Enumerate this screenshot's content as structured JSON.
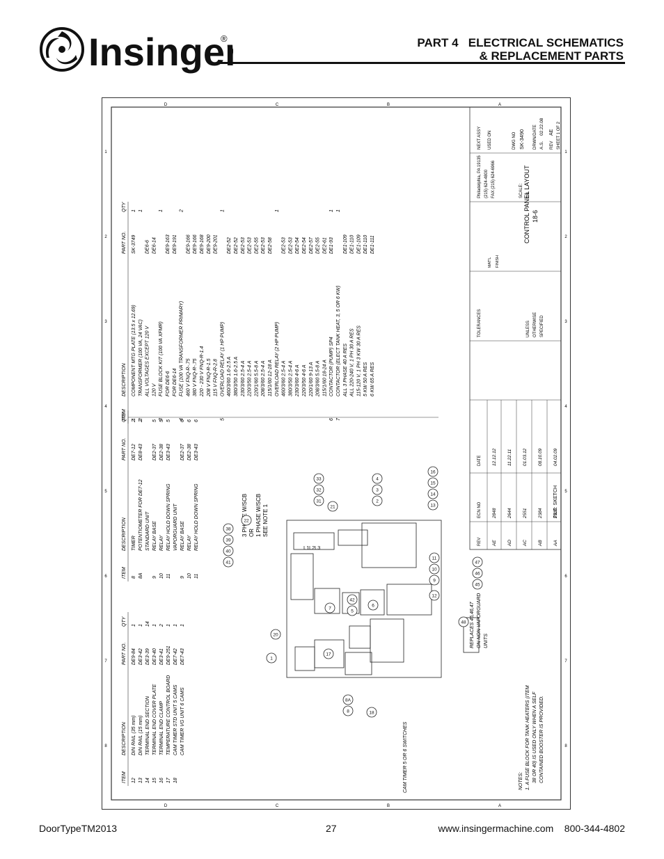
{
  "brand": {
    "name": "Insinger",
    "registered": "®"
  },
  "header": {
    "line1": "PART 4   ELECTRICAL SCHEMATICS",
    "line2": "& REPLACEMENT PARTS"
  },
  "footer": {
    "doc": "DoorTypeTM2013",
    "page": "27",
    "contact": "www.insingermachine.com    800-344-4802"
  },
  "drawing": {
    "columns": [
      "ITEM",
      "DESCRIPTION",
      "PART NO.",
      "QTY"
    ],
    "table_a": [
      [
        "12",
        "DIN RAIL (35 mm)",
        "DE9-84",
        "1"
      ],
      [
        "13",
        "DIN RAIL (15 mm)",
        "DE3-42",
        "1"
      ],
      [
        "14",
        "TERMINAL END SECTION",
        "DE3-39",
        "14"
      ],
      [
        "15",
        "TERMINAL END COVER PLATE",
        "DE3-40",
        "1"
      ],
      [
        "16",
        "TERMINAL END CLAMP",
        "DE3-41",
        "2"
      ],
      [
        "17",
        "TEMPERATURE CONTROL BOARD",
        "DE9-251",
        "1"
      ],
      [
        "18",
        "CAM TIMER STD UNIT 5 CAMS",
        "DE7-42",
        "1"
      ],
      [
        "",
        "CAM TIMER VG UNIT 6 CAMS",
        "DE7-43",
        "1"
      ]
    ],
    "table_b": [
      [
        "8",
        "TIMER",
        "DE7-12",
        "2"
      ],
      [
        "8A",
        "POTENTIOMETER FOR DE7-12",
        "DE8-43",
        "2"
      ],
      [
        "",
        "STANDARD UNIT",
        "",
        ""
      ],
      [
        "9",
        "RELAY BASE",
        "DE2-37",
        "5"
      ],
      [
        "10",
        "RELAY",
        "DE2-38",
        "5"
      ],
      [
        "11",
        "RELAY HOLD DOWN SPRING",
        "DE3-43",
        "5"
      ],
      [
        "",
        "VAPORGUARD UNIT",
        "",
        ""
      ],
      [
        "9",
        "RELAY BASE",
        "DE2-37",
        "6"
      ],
      [
        "10",
        "RELAY",
        "DE2-38",
        "6"
      ],
      [
        "11",
        "RELAY HOLD DOWN SPRING",
        "DE3-43",
        "6"
      ]
    ],
    "table_c": [
      [
        "1",
        "COMPONENT MTG PLATE (13.5 x 12.69)",
        "SK-3749",
        "1"
      ],
      [
        "2",
        "TRANSFORMER (100 VA, 24 VAC)",
        "",
        "1"
      ],
      [
        "",
        "ALL VOLTAGES EXCEPT 120 V",
        "DE6-6",
        ""
      ],
      [
        "",
        "120 V",
        "DE6-14",
        ""
      ],
      [
        "3",
        "FUSE BLOCK KIT (100 VA XFMR)",
        "",
        "1"
      ],
      [
        "",
        "FOR DE6-6",
        "DE9-163",
        ""
      ],
      [
        "",
        "FOR DE6-14",
        "DE9-191",
        ""
      ],
      [
        "4",
        "FUSE (100 VA TRANSFORMER PRIMARY)",
        "",
        "2"
      ],
      [
        "",
        "460 V       FNQ-R-.75",
        "DE9-166",
        ""
      ],
      [
        "",
        "380 V       FNQ-R-.75",
        "DE9-166",
        ""
      ],
      [
        "",
        "220 - 230 V   FNQ-R-1.4",
        "DE9-168",
        ""
      ],
      [
        "",
        "208 V       FNQ-R-1.5",
        "DE9-200",
        ""
      ],
      [
        "",
        "115 V       FNQ-R-2.8",
        "DE9-201",
        ""
      ],
      [
        "5",
        "OVERLOAD RELAY (1 HP PUMP)",
        "",
        "1"
      ],
      [
        "",
        "460/3/60     1.6-2.5 A",
        "DE2-52",
        ""
      ],
      [
        "",
        "380/3/50     1.6-2.5 A",
        "DE2-52",
        ""
      ],
      [
        "",
        "230/3/60     2.5-4 A",
        "DE2-53",
        ""
      ],
      [
        "",
        "220/3/50     2.5-4 A",
        "DE2-53",
        ""
      ],
      [
        "",
        "220/1/60     5.5-8 A",
        "DE2-55",
        ""
      ],
      [
        "",
        "208/3/60     2.5-4 A",
        "DE2-53",
        ""
      ],
      [
        "",
        "115/1/60     12-18 A",
        "DE2-58",
        ""
      ],
      [
        "",
        "OVERLOAD RELAY (2 HP PUMP)",
        "",
        "1"
      ],
      [
        "",
        "460/3/60     2.5-4 A",
        "DE2-53",
        ""
      ],
      [
        "",
        "380/3/50     2.5-4 A",
        "DE2-53",
        ""
      ],
      [
        "",
        "230/3/60     4-6 A",
        "DE2-54",
        ""
      ],
      [
        "",
        "220/3/50     4-6 A",
        "DE2-54",
        ""
      ],
      [
        "",
        "220/1/60     9-13 A",
        "DE2-57",
        ""
      ],
      [
        "",
        "208/3/60     5.5-8 A",
        "DE2-55",
        ""
      ],
      [
        "",
        "115/1/60     18-24 A",
        "DE2-61",
        ""
      ],
      [
        "6",
        "CONTACTOR (PUMP)   SP4",
        "DE1-93",
        "1"
      ],
      [
        "7",
        "CONTACTOR (ELECT TANK HEAT, 3, 5 OR 6 KW)",
        "",
        "1"
      ],
      [
        "",
        "ALL 3 PHASE       40 A RES",
        "DE1-109",
        ""
      ],
      [
        "",
        "ALL 220-240 V, 1 PH   30 A RES",
        "DE1-110",
        ""
      ],
      [
        "",
        "115-120 V, 1 PH    3 KW  30 A RES",
        "DE1-109",
        ""
      ],
      [
        "",
        "5 KW  50 A RES",
        "DE1-110",
        ""
      ],
      [
        "",
        "6 KW  65 A RES",
        "DE1-111",
        ""
      ]
    ],
    "callouts": [
      "1",
      "20",
      "8",
      "8A",
      "18",
      "17",
      "5",
      "42",
      "6",
      "7",
      "12",
      "9",
      "10",
      "11",
      "45",
      "46",
      "47",
      "48",
      "38",
      "39",
      "40",
      "41",
      "22",
      "21",
      "13",
      "14",
      "15",
      "16",
      "2",
      "3",
      "4",
      "31",
      "32",
      "33"
    ],
    "phase_note_1": "3 PHASE W/SCB",
    "phase_note_or": "OR",
    "phase_note_2": "1 PHASE W/SCB",
    "phase_note_3": "SEE NOTE 1",
    "replaces_1": "REPLACES 45,46,47",
    "replaces_2": "ON NON VAPORGUARD",
    "replaces_3": "UNITS",
    "cam_label": "CAM TIMER 5 OR 6 SWITCHES",
    "notes_title": "NOTES:",
    "note_1": "1. A FUSE BLOCK FOR TANK HEATERS (ITEM",
    "note_2": "38 OR 40) IS USED ONLY WHEN A SELF",
    "note_3": "CONTAINED BOOSTER IS PROVIDED.",
    "terminal_labels": [
      "L1",
      "L2",
      "L3"
    ],
    "title_block": {
      "title": "CONTROL PANEL LAYOUT",
      "subtitle": "18-6",
      "dwg_no_label": "DWG NO",
      "dwg_no": "SK-3490",
      "rev_label": "REV",
      "rev": "AE",
      "drawn_label": "DRWN/DATE",
      "drawn": "A.S.",
      "drawn_date": "02.22.08",
      "scale_label": "SCALE:",
      "scale": "1/4",
      "sheet_label": "SHEET",
      "sheet": "1",
      "sheet_of": "OF",
      "sheet_total": "2",
      "next_assy": "NEXT ASSY",
      "used_on": "USED ON",
      "mat_label": "MAT'L",
      "finish_label": "FINISH",
      "tolerances": "TOLERANCES",
      "unless": "UNLESS",
      "otherwise": "OTHERWISE",
      "specified": "SPECIFIED",
      "address_1": "Philadelphia, PA 19135",
      "address_2": "(215) 624-4800",
      "address_3": "FAX (215) 624-6966",
      "sketch": "FILE: SKETCH",
      "rev_col": "REV",
      "ecn_col": "ECN NO",
      "date_col": "DATE",
      "revisions": [
        [
          "AE",
          "2848",
          "12.12.12"
        ],
        [
          "AD",
          "2644",
          "11.22.11"
        ],
        [
          "AC",
          "2551",
          "01.03.12"
        ],
        [
          "AB",
          "2384",
          "08.10.09"
        ],
        [
          "AA",
          "2310",
          "04.02.09"
        ]
      ],
      "zones_vertical": [
        "D",
        "C",
        "B",
        "A"
      ],
      "zones_horizontal": [
        "1",
        "2",
        "3",
        "4",
        "5",
        "6",
        "7",
        "8"
      ]
    }
  }
}
